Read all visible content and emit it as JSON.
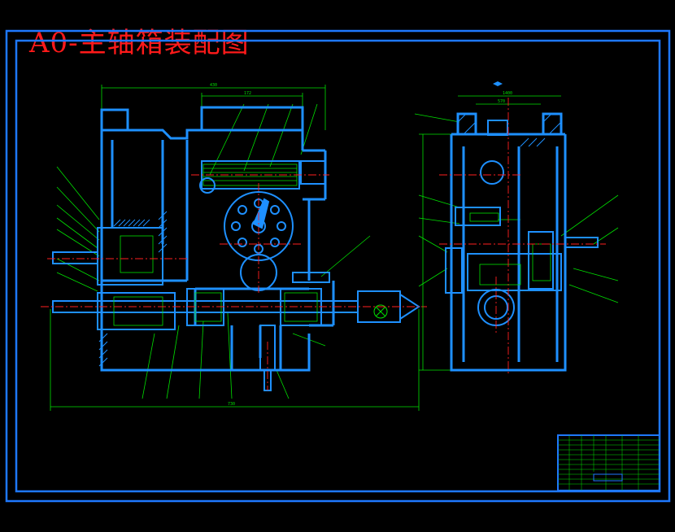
{
  "title": "A0-主轴箱装配图",
  "colors": {
    "background": "#000000",
    "frame": "#1e78ff",
    "outline": "#1e90ff",
    "dimension": "#00e000",
    "centerline": "#ff2020",
    "title_text": "#ff1a1a",
    "leader": "#00e000"
  },
  "sheet": {
    "format": "A0",
    "views": [
      "front-section",
      "side-section"
    ]
  }
}
